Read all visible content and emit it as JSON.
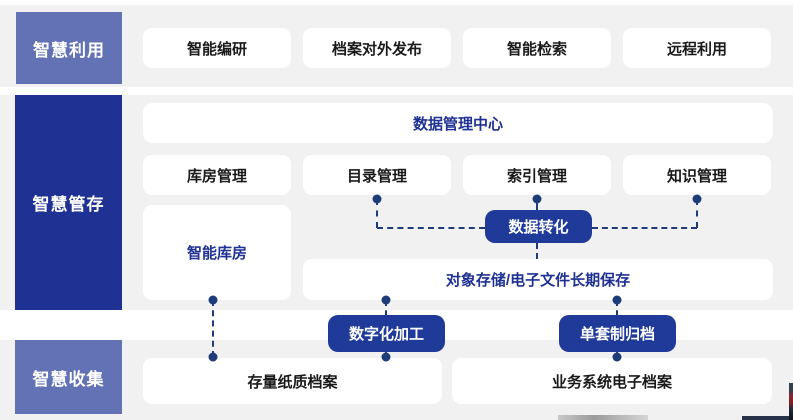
{
  "colors": {
    "accent_navy": "#1F3193",
    "slate_blue": "#6272B4",
    "tag_navy": "#1F3A99",
    "connector": "#1E3C78",
    "band_gray": "#F1F1F2"
  },
  "sections": {
    "utilization": {
      "label": "智慧利用",
      "items": [
        {
          "label": "智能编研"
        },
        {
          "label": "档案对外发布"
        },
        {
          "label": "智能检索"
        },
        {
          "label": "远程利用"
        }
      ]
    },
    "management": {
      "label": "智慧管存",
      "data_center": "数据管理中心",
      "modules": [
        {
          "label": "库房管理"
        },
        {
          "label": "目录管理"
        },
        {
          "label": "索引管理"
        },
        {
          "label": "知识管理"
        }
      ],
      "smart_warehouse": "智能库房",
      "data_transform": "数据转化",
      "object_storage": "对象存储/电子文件长期保存"
    },
    "collection": {
      "label": "智慧收集",
      "digitization": "数字化加工",
      "single_set_archive": "单套制归档",
      "paper_archives": "存量纸质档案",
      "electronic_archives": "业务系统电子档案"
    }
  }
}
